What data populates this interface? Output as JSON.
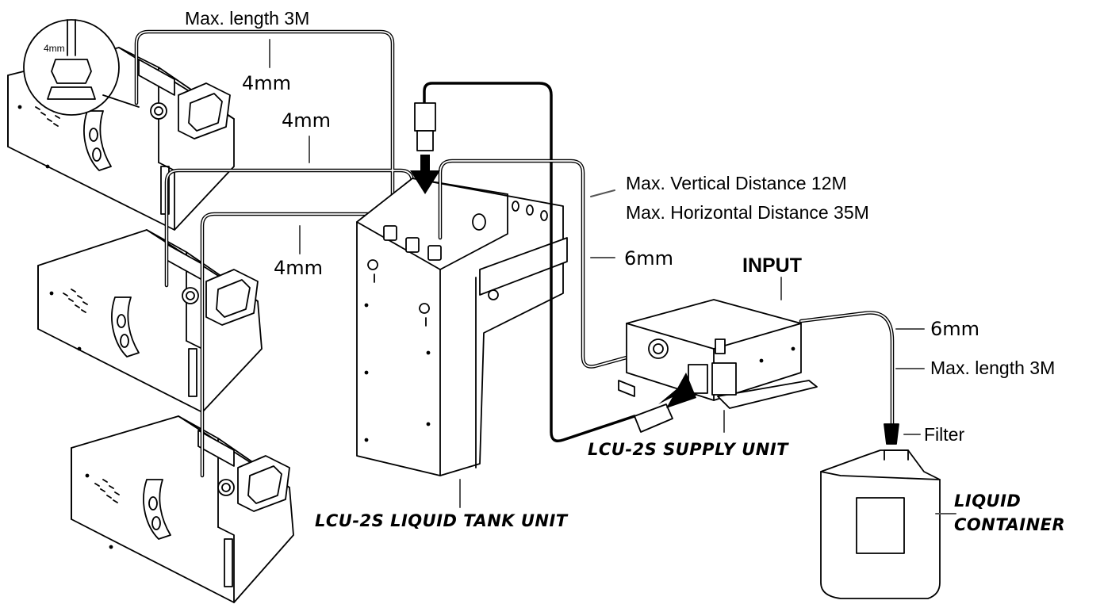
{
  "labels": {
    "max_length_top": "Max. length 3M",
    "mm_top_inset": "4mm",
    "mm_upper": "4mm",
    "mm_mid": "4mm",
    "mm_lower": "4mm",
    "max_vertical": "Max. Vertical Distance 12M",
    "max_horizontal": "Max. Horizontal Distance 35M",
    "mm_supply_line": "6mm",
    "input": "INPUT",
    "mm_container_line": "6mm",
    "max_length_container": "Max. length 3M",
    "filter": "Filter",
    "supply_unit": "LCU-2S SUPPLY UNIT",
    "tank_unit": "LCU-2S LIQUID TANK UNIT",
    "liquid_container_line1": "LIQUID",
    "liquid_container_line2": "CONTAINER"
  },
  "icons": {
    "fog_machine": "fog-machine-icon",
    "tank": "liquid-tank-icon",
    "supply": "supply-unit-icon",
    "container": "jerrycan-icon",
    "arrow": "arrow-icon",
    "connector": "plug-connector-icon",
    "filter": "filter-icon"
  }
}
